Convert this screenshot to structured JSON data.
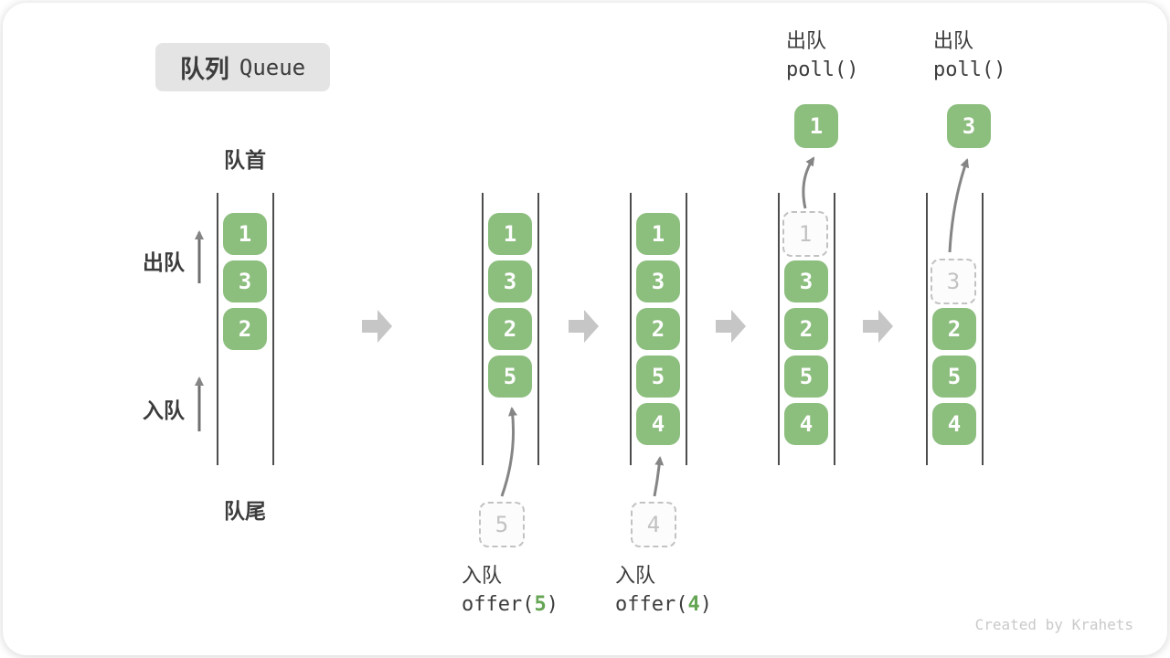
{
  "title": {
    "zh": "队列",
    "en": "Queue"
  },
  "side_labels": {
    "front": "队首",
    "rear": "队尾",
    "dequeue": "出队",
    "enqueue": "入队"
  },
  "queues": [
    {
      "cells": [
        "1",
        "3",
        "2"
      ]
    },
    {
      "cells": [
        "1",
        "3",
        "2",
        "5"
      ],
      "ghost": "5"
    },
    {
      "cells": [
        "1",
        "3",
        "2",
        "5",
        "4"
      ],
      "ghost": "4"
    },
    {
      "cells": [
        "3",
        "2",
        "5",
        "4"
      ],
      "ghost": "1",
      "out": "1"
    },
    {
      "cells": [
        "2",
        "5",
        "4"
      ],
      "ghost": "3",
      "out": "3"
    }
  ],
  "ops": {
    "enqueue1": {
      "label": "入队",
      "code_open": "offer(",
      "arg": "5",
      "code_close": ")"
    },
    "enqueue2": {
      "label": "入队",
      "code_open": "offer(",
      "arg": "4",
      "code_close": ")"
    },
    "dequeue1": {
      "label": "出队",
      "code": "poll()"
    },
    "dequeue2": {
      "label": "出队",
      "code": "poll()"
    }
  },
  "watermark": "Created by Krahets",
  "colors": {
    "cell_green": "#8cbe7e",
    "arg_green": "#64a553",
    "text_dark": "#3c3c3c",
    "thin_arrow": "#858585",
    "block_arrow": "#c6c6c6",
    "ghost_gray": "#c2c2c2",
    "badge_bg": "#e4e4e4",
    "watermark_gray": "#c9c9c9"
  }
}
